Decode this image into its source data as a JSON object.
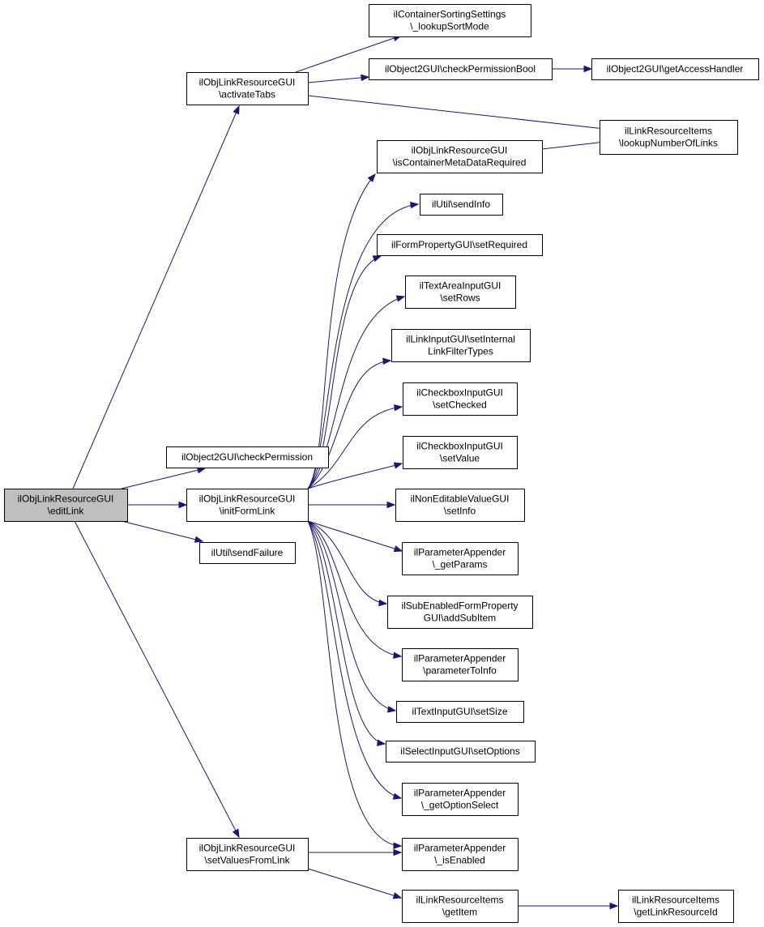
{
  "diagram": {
    "colors": {
      "edge": "#191970",
      "node_border": "#000000",
      "root_fill": "#bfbfbf",
      "node_fill": "#ffffff"
    },
    "nodes": [
      {
        "id": "editLink",
        "lines": [
          "ilObjLinkResourceGUI",
          "\\editLink"
        ],
        "root": true
      },
      {
        "id": "activateTabs",
        "lines": [
          "ilObjLinkResourceGUI",
          "\\activateTabs"
        ]
      },
      {
        "id": "checkPermission",
        "lines": [
          "ilObject2GUI\\checkPermission"
        ]
      },
      {
        "id": "initFormLink",
        "lines": [
          "ilObjLinkResourceGUI",
          "\\initFormLink"
        ]
      },
      {
        "id": "sendFailure",
        "lines": [
          "ilUtil\\sendFailure"
        ]
      },
      {
        "id": "setValuesFromLink",
        "lines": [
          "ilObjLinkResourceGUI",
          "\\setValuesFromLink"
        ]
      },
      {
        "id": "lookupSortMode",
        "lines": [
          "ilContainerSortingSettings",
          "\\_lookupSortMode"
        ]
      },
      {
        "id": "checkPermissionBool",
        "lines": [
          "ilObject2GUI\\checkPermissionBool"
        ]
      },
      {
        "id": "getAccessHandler",
        "lines": [
          "ilObject2GUI\\getAccessHandler"
        ]
      },
      {
        "id": "lookupNumberOfLinks",
        "lines": [
          "ilLinkResourceItems",
          "\\lookupNumberOfLinks"
        ]
      },
      {
        "id": "isContainerMetaDataRequired",
        "lines": [
          "ilObjLinkResourceGUI",
          "\\isContainerMetaDataRequired"
        ]
      },
      {
        "id": "sendInfo",
        "lines": [
          "ilUtil\\sendInfo"
        ]
      },
      {
        "id": "setRequired",
        "lines": [
          "ilFormPropertyGUI\\setRequired"
        ]
      },
      {
        "id": "setRows",
        "lines": [
          "ilTextAreaInputGUI",
          "\\setRows"
        ]
      },
      {
        "id": "setInternalLinkFilterTypes",
        "lines": [
          "ilLinkInputGUI\\setInternal",
          "LinkFilterTypes"
        ]
      },
      {
        "id": "setChecked",
        "lines": [
          "ilCheckboxInputGUI",
          "\\setChecked"
        ]
      },
      {
        "id": "setValue",
        "lines": [
          "ilCheckboxInputGUI",
          "\\setValue"
        ]
      },
      {
        "id": "setInfo",
        "lines": [
          "ilNonEditableValueGUI",
          "\\setInfo"
        ]
      },
      {
        "id": "getParams",
        "lines": [
          "ilParameterAppender",
          "\\_getParams"
        ]
      },
      {
        "id": "addSubItem",
        "lines": [
          "ilSubEnabledFormProperty",
          "GUI\\addSubItem"
        ]
      },
      {
        "id": "parameterToInfo",
        "lines": [
          "ilParameterAppender",
          "\\parameterToInfo"
        ]
      },
      {
        "id": "setSize",
        "lines": [
          "ilTextInputGUI\\setSize"
        ]
      },
      {
        "id": "setOptions",
        "lines": [
          "ilSelectInputGUI\\setOptions"
        ]
      },
      {
        "id": "getOptionSelect",
        "lines": [
          "ilParameterAppender",
          "\\_getOptionSelect"
        ]
      },
      {
        "id": "isEnabled",
        "lines": [
          "ilParameterAppender",
          "\\_isEnabled"
        ]
      },
      {
        "id": "getItem",
        "lines": [
          "ilLinkResourceItems",
          "\\getItem"
        ]
      },
      {
        "id": "getLinkResourceId",
        "lines": [
          "ilLinkResourceItems",
          "\\getLinkResourceId"
        ]
      }
    ],
    "edges": [
      [
        "editLink",
        "activateTabs"
      ],
      [
        "editLink",
        "checkPermission"
      ],
      [
        "editLink",
        "initFormLink"
      ],
      [
        "editLink",
        "sendFailure"
      ],
      [
        "editLink",
        "setValuesFromLink"
      ],
      [
        "activateTabs",
        "lookupSortMode"
      ],
      [
        "activateTabs",
        "checkPermissionBool"
      ],
      [
        "activateTabs",
        "lookupNumberOfLinks"
      ],
      [
        "checkPermissionBool",
        "getAccessHandler"
      ],
      [
        "isContainerMetaDataRequired",
        "lookupNumberOfLinks"
      ],
      [
        "initFormLink",
        "isContainerMetaDataRequired"
      ],
      [
        "initFormLink",
        "sendInfo"
      ],
      [
        "initFormLink",
        "setRequired"
      ],
      [
        "initFormLink",
        "setRows"
      ],
      [
        "initFormLink",
        "setInternalLinkFilterTypes"
      ],
      [
        "initFormLink",
        "setChecked"
      ],
      [
        "initFormLink",
        "setValue"
      ],
      [
        "initFormLink",
        "setInfo"
      ],
      [
        "initFormLink",
        "getParams"
      ],
      [
        "initFormLink",
        "addSubItem"
      ],
      [
        "initFormLink",
        "parameterToInfo"
      ],
      [
        "initFormLink",
        "setSize"
      ],
      [
        "initFormLink",
        "setOptions"
      ],
      [
        "initFormLink",
        "getOptionSelect"
      ],
      [
        "initFormLink",
        "isEnabled"
      ],
      [
        "setValuesFromLink",
        "isEnabled"
      ],
      [
        "setValuesFromLink",
        "getItem"
      ],
      [
        "getItem",
        "getLinkResourceId"
      ]
    ]
  }
}
